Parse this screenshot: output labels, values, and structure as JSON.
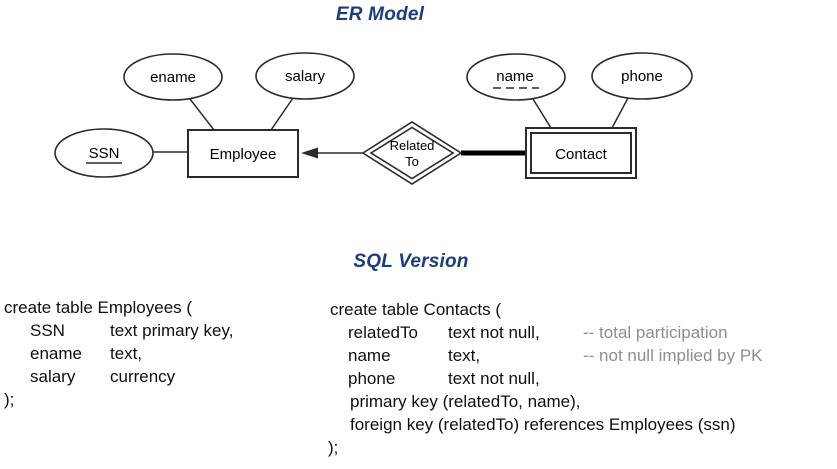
{
  "er_model": {
    "title": "ER Model",
    "entities": {
      "employee": "Employee",
      "contact": "Contact"
    },
    "relationship": {
      "line1": "Related",
      "line2": "To"
    },
    "attributes": {
      "ename": "ename",
      "salary": "salary",
      "ssn": "SSN",
      "name": "name",
      "phone": "phone"
    }
  },
  "sql": {
    "title": "SQL Version",
    "employees": {
      "line1": "create table Employees (",
      "rows": [
        {
          "name": "SSN",
          "type": "text primary key,"
        },
        {
          "name": "ename",
          "type": "text,"
        },
        {
          "name": "salary",
          "type": "currency"
        }
      ],
      "close": ");"
    },
    "contacts": {
      "line1": "create table Contacts (",
      "rows": [
        {
          "name": "relatedTo",
          "type": "text not null,",
          "comment": "-- total participation"
        },
        {
          "name": "name",
          "type": "text,",
          "comment": "-- not null implied by PK"
        },
        {
          "name": "phone",
          "type": "text not null,"
        }
      ],
      "constraints": [
        "primary key (relatedTo, name),",
        "foreign key (relatedTo) references Employees (ssn)"
      ],
      "close": ");"
    }
  },
  "colors": {
    "title": "#1a3d7c",
    "comment": "#8e8e8e",
    "stroke": "#2b2b2b"
  }
}
